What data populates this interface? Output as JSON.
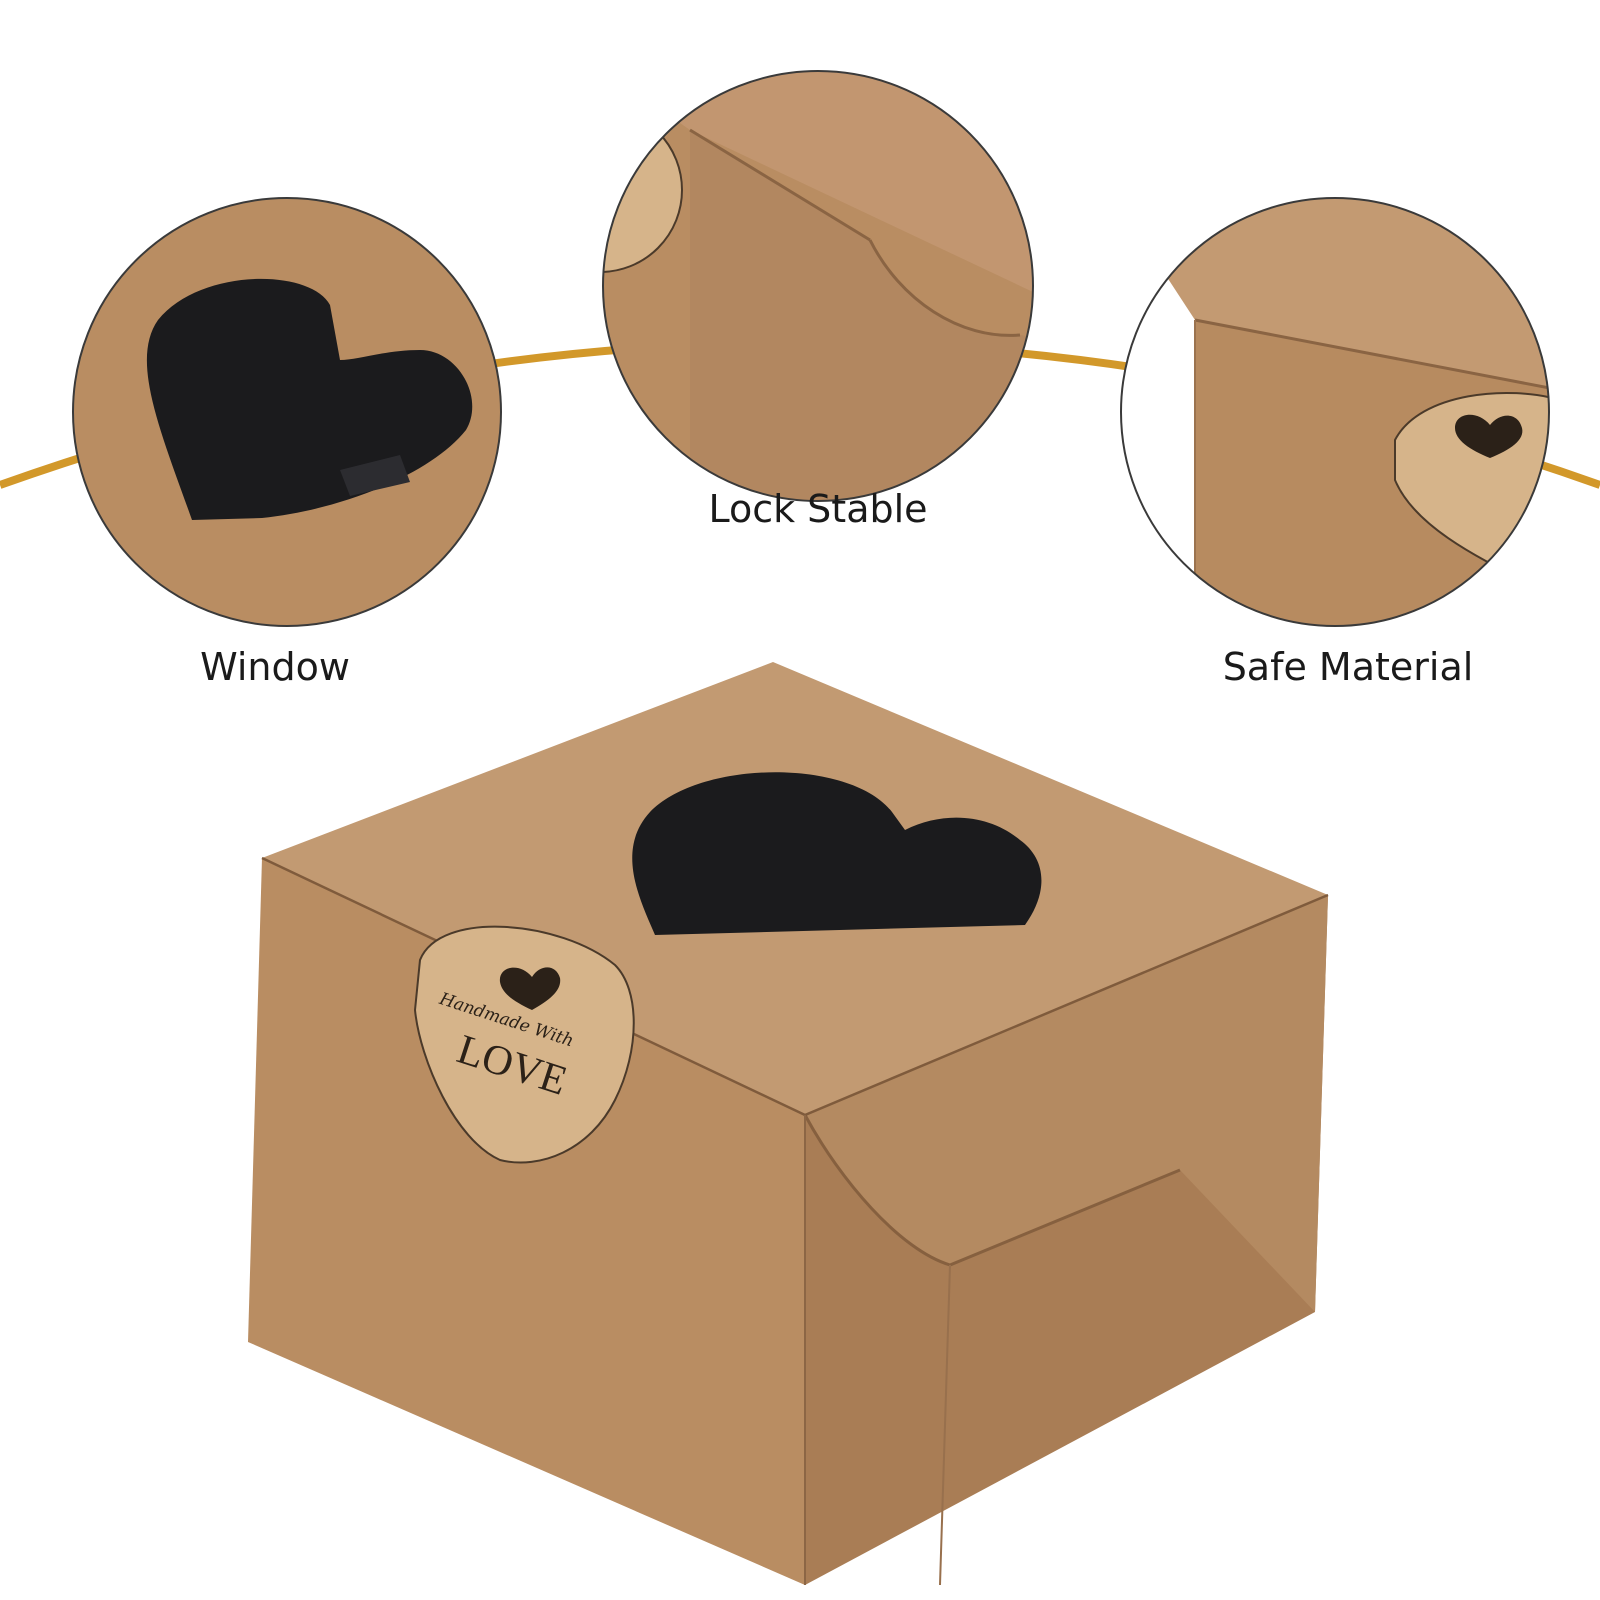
{
  "features": [
    {
      "id": "window",
      "label": "Window"
    },
    {
      "id": "lock",
      "label": "Lock Stable"
    },
    {
      "id": "safe",
      "label": "Safe Material"
    }
  ],
  "sticker": {
    "line1": "Handmade With",
    "line2": "LOVE"
  },
  "colors": {
    "background": "#ffffff",
    "kraft": "#b98d62",
    "kraft_dark": "#9f7550",
    "kraft_light": "#c9a079",
    "window": "#1b1b1d",
    "accent_curve": "#d2982a",
    "sticker": "#d6b48a",
    "sticker_ink": "#2b2118",
    "circle_border": "#3a3a3a"
  }
}
